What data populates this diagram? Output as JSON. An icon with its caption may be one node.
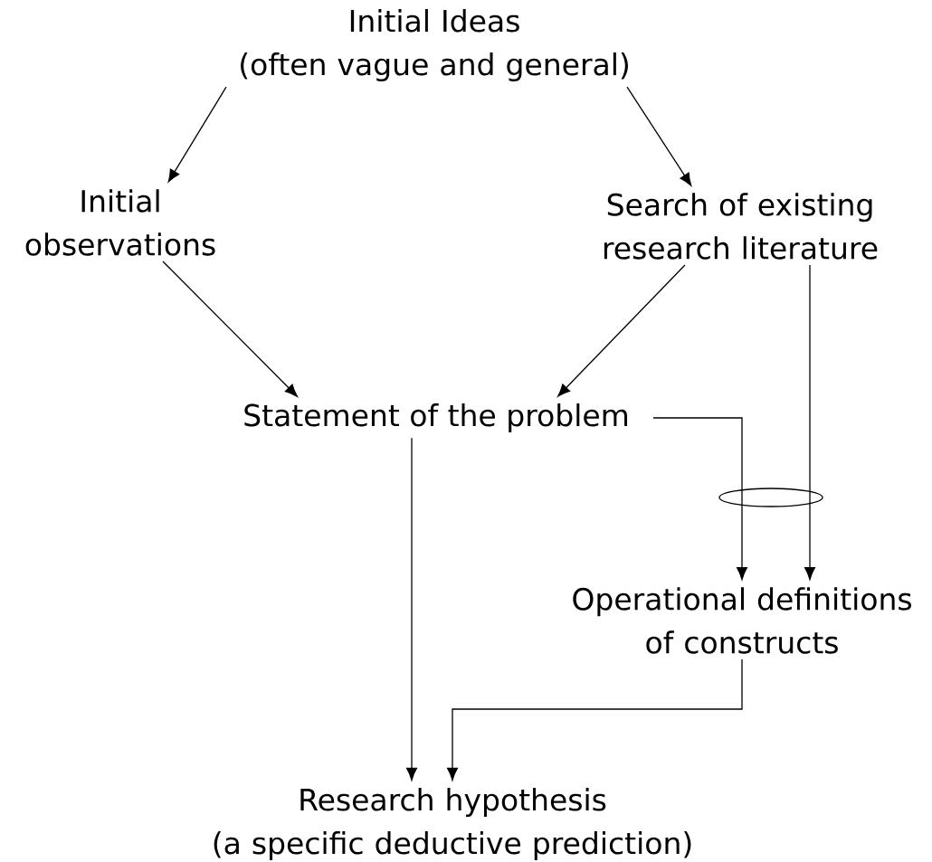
{
  "diagram": {
    "nodes": [
      {
        "text": [
          "Initial Ideas",
          "(often vague and general)"
        ]
      },
      {
        "text": [
          "Initial observations"
        ]
      },
      {
        "text": [
          "Search of existing research literature"
        ]
      },
      {
        "text": [
          "Statement of the problem"
        ]
      },
      {
        "text": [
          "Operational definitions of constructs"
        ]
      },
      {
        "text": [
          "Research hypothesis",
          "(a specific deductive prediction)"
        ]
      }
    ],
    "edges": [
      {
        "from": 0,
        "to": 1,
        "arrow": "to"
      },
      {
        "from": 0,
        "to": 2,
        "arrow": "to"
      },
      {
        "from": 1,
        "to": 3,
        "arrow": "to"
      },
      {
        "from": 2,
        "to": 3,
        "arrow": "to"
      },
      {
        "from": 3,
        "to": 4,
        "arrow": "to"
      },
      {
        "from": 2,
        "to": 4,
        "arrow": "to"
      },
      {
        "from": 3,
        "to": 5,
        "arrow": "to"
      },
      {
        "from": 4,
        "to": 5,
        "arrow": "to"
      }
    ]
  }
}
